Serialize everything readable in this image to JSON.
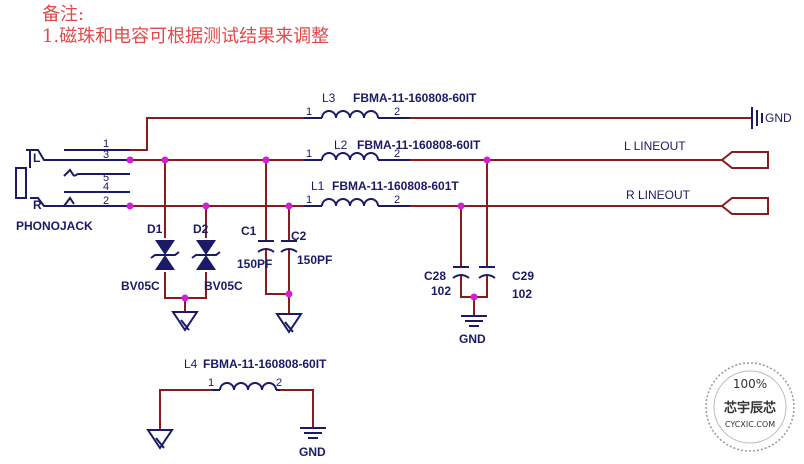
{
  "note": {
    "title": "备注:",
    "line1": "1.磁珠和电容可根据测试结果来调整"
  },
  "jack": {
    "name": "PHONOJACK",
    "pins": [
      "1",
      "3",
      "5",
      "4",
      "2"
    ],
    "left_mark": "L",
    "right_mark": "R"
  },
  "inductors": {
    "l3": {
      "ref": "L3",
      "value": "FBMA-11-160808-60IT",
      "pin1": "1",
      "pin2": "2"
    },
    "l2": {
      "ref": "L2",
      "value": "FBMA-11-160808-60IT",
      "pin1": "1",
      "pin2": "2"
    },
    "l1": {
      "ref": "L1",
      "value": "FBMA-11-160808-601T",
      "pin1": "1",
      "pin2": "2"
    },
    "l4": {
      "ref": "L4",
      "value": "FBMA-11-160808-60IT",
      "pin1": "1",
      "pin2": "2"
    }
  },
  "diodes": {
    "d1": {
      "ref": "D1",
      "value": "BV05C"
    },
    "d2": {
      "ref": "D2",
      "value": "BV05C"
    }
  },
  "capacitors": {
    "c1": {
      "ref": "C1",
      "value": "150PF"
    },
    "c2": {
      "ref": "C2",
      "value": "150PF"
    },
    "c28": {
      "ref": "C28",
      "value": "102"
    },
    "c29": {
      "ref": "C29",
      "value": "102"
    }
  },
  "ports": {
    "l_lineout": "L LINEOUT",
    "r_lineout": "R LINEOUT"
  },
  "grounds": {
    "gnd_right": "GND",
    "gnd_caps": "GND",
    "gnd_l4": "GND"
  },
  "watermark": {
    "percent": "100%",
    "brand": "芯宇辰芯",
    "url": "CYCXIC.COM"
  },
  "colors": {
    "wire": "#8b1a1a",
    "component": "#1a1a66",
    "junction": "#d020d0",
    "note": "#e04a4a"
  }
}
